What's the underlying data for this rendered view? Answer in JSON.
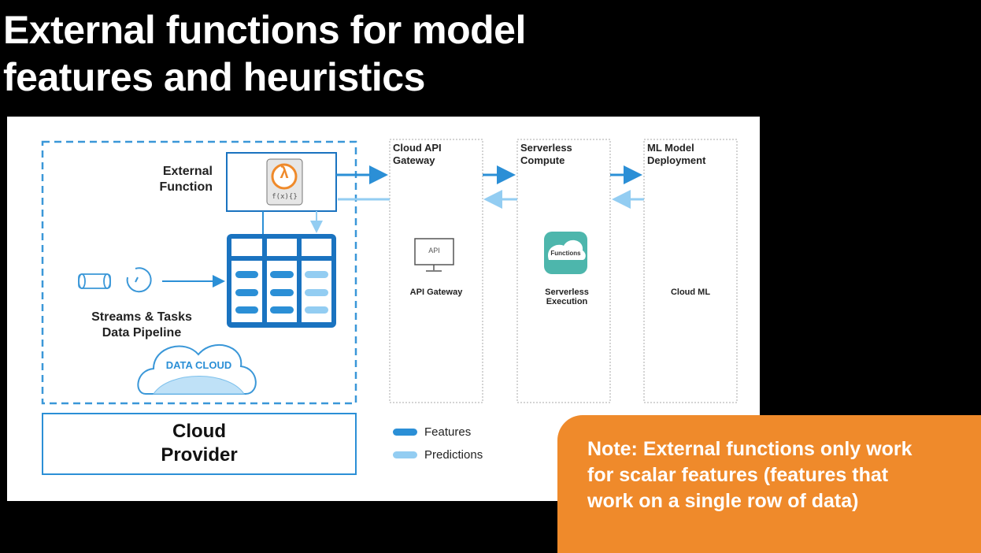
{
  "title": [
    "External functions for model",
    "features and heuristics"
  ],
  "diagram": {
    "external_function": [
      "External",
      "Function"
    ],
    "lambda_symbol": "λ",
    "fx_label": "f(x){}",
    "pipeline": [
      "Streams & Tasks",
      "Data Pipeline"
    ],
    "data_cloud": "DATA CLOUD",
    "cloud_provider": [
      "Cloud",
      "Provider"
    ],
    "columns": [
      {
        "title": [
          "Cloud API",
          "Gateway"
        ],
        "caption": [
          "API Gateway"
        ],
        "icon": "api-monitor-icon",
        "icon_text": "API"
      },
      {
        "title": [
          "Serverless",
          "Compute"
        ],
        "caption": [
          "Serverless",
          "Execution"
        ],
        "icon": "functions-cloud-icon",
        "icon_text": "Functions"
      },
      {
        "title": [
          "ML Model",
          "Deployment"
        ],
        "caption": [
          "Cloud ML"
        ]
      }
    ],
    "legend": [
      {
        "label": "Features",
        "color": "#2b8fd6"
      },
      {
        "label": "Predictions",
        "color": "#93cdf2"
      }
    ]
  },
  "note": [
    "Note: External functions only work",
    "for scalar features (features that",
    "work on a single row of data)"
  ],
  "colors": {
    "dark_blue": "#1a73c0",
    "mid_blue": "#2b8fd6",
    "light_blue": "#93cdf2",
    "orange": "#ef8a2b"
  }
}
